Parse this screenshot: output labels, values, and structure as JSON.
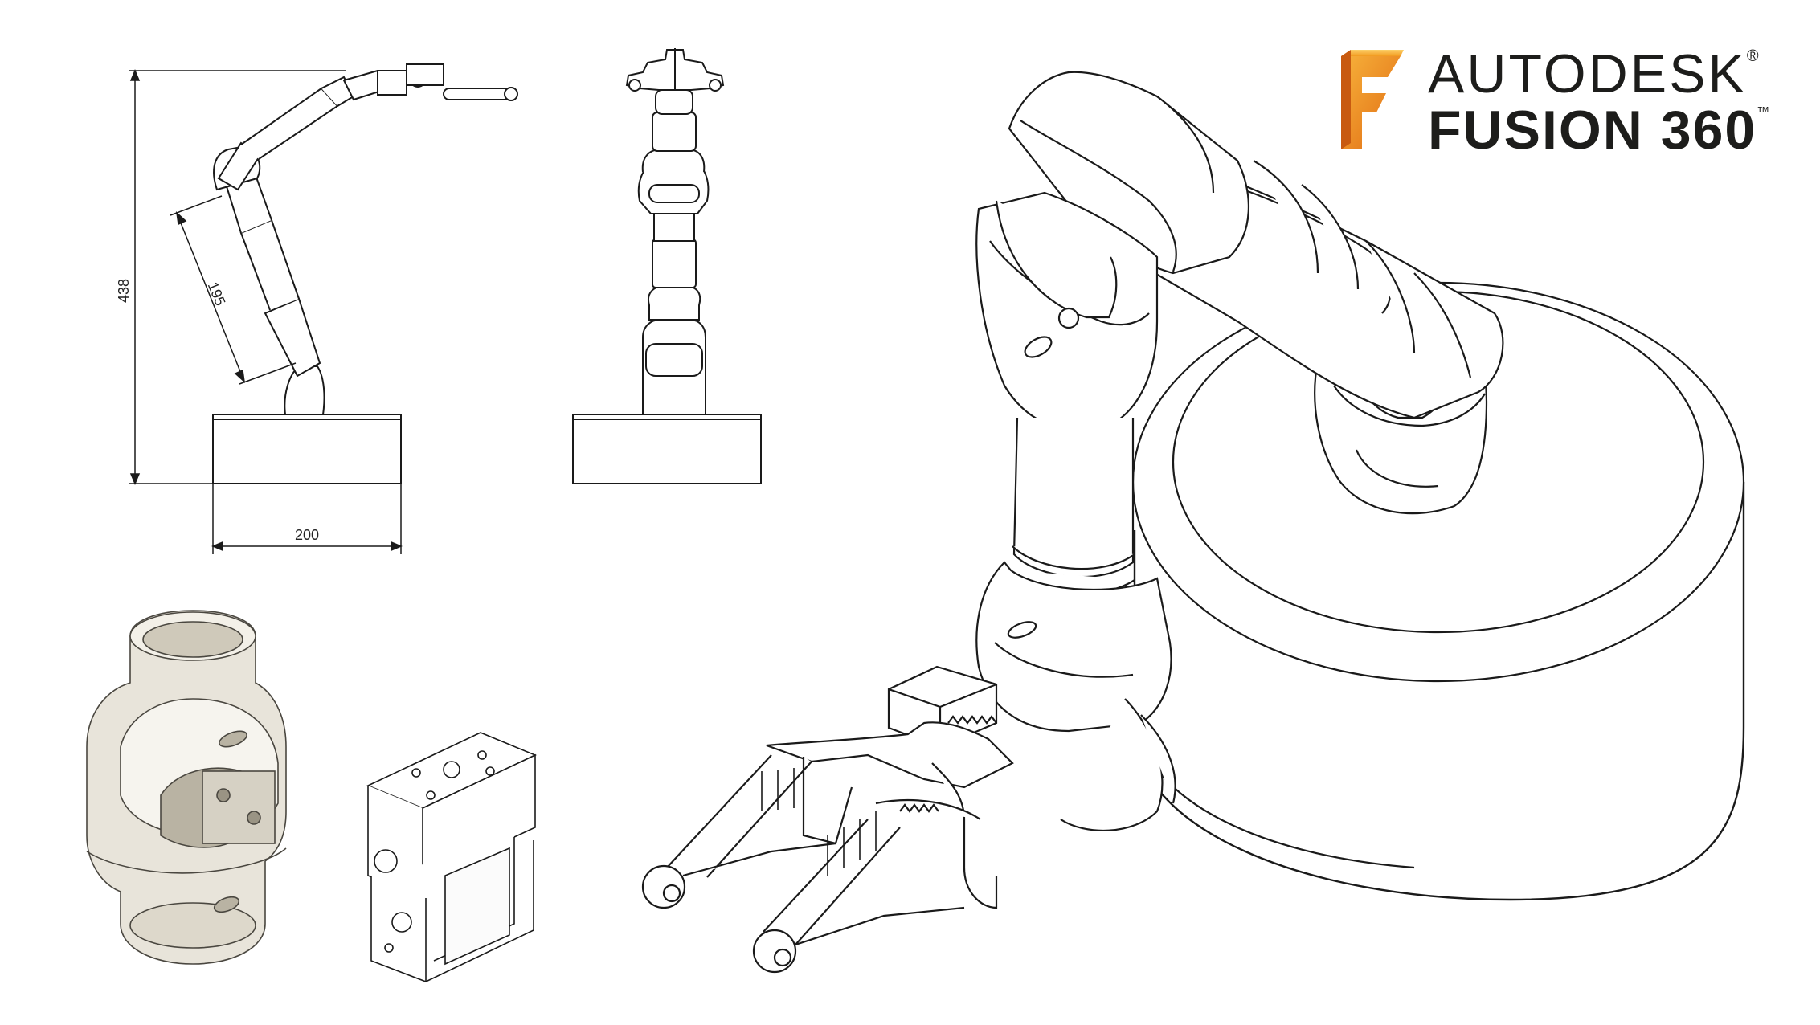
{
  "logo": {
    "brand": "AUTODESK",
    "product": "FUSION 360",
    "registered_mark": "®",
    "trademark_mark": "™",
    "accent_color": "#f29a1f"
  },
  "drawing": {
    "dimensions": {
      "total_height": "438",
      "arm_segment_length": "195",
      "base_width": "200"
    }
  },
  "colors": {
    "line": "#1a1a1a",
    "part_shade": "#e8e4da",
    "part_shadow": "#b9b3a3"
  }
}
